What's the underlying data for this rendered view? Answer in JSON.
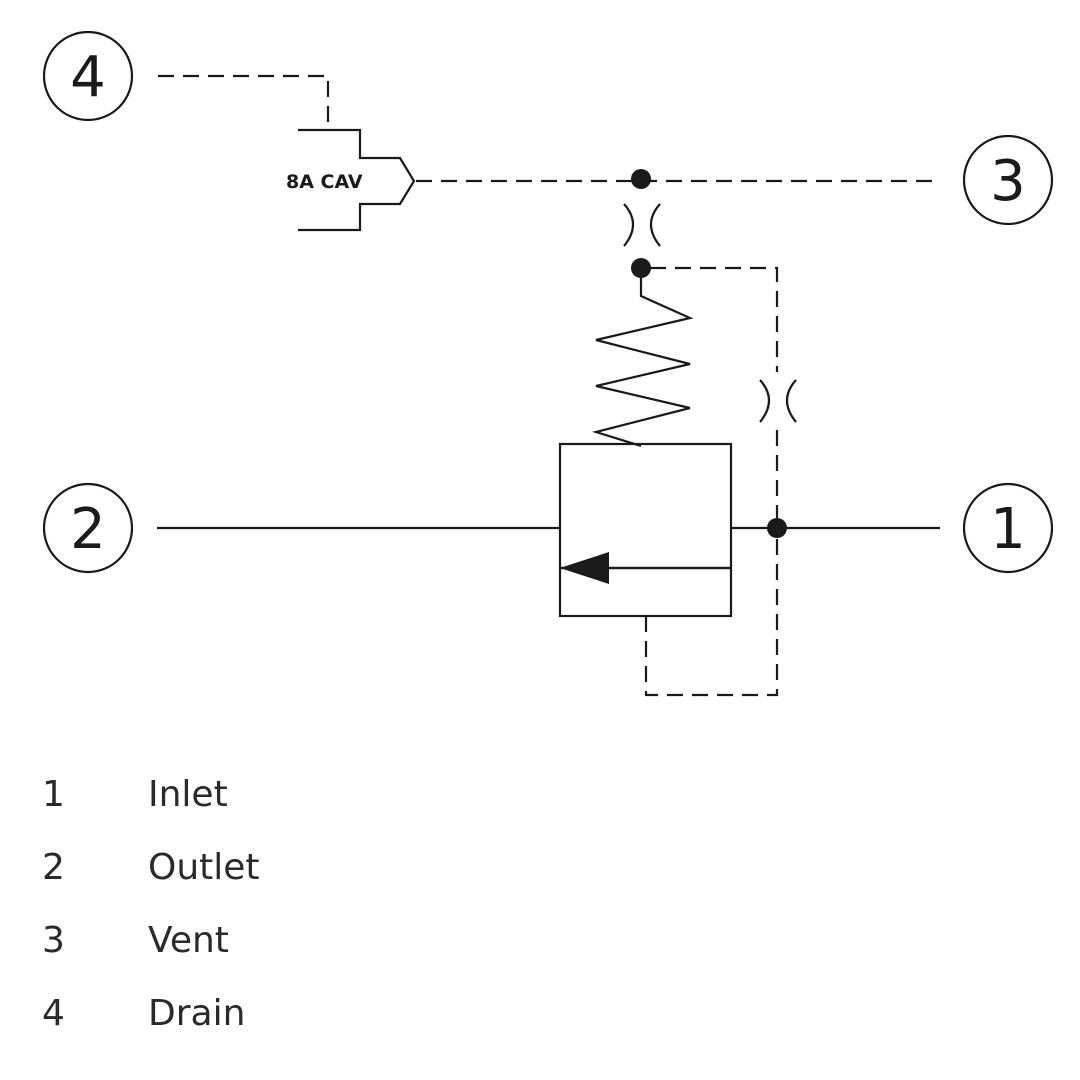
{
  "diagram": {
    "ports": [
      {
        "number": "1"
      },
      {
        "number": "2"
      },
      {
        "number": "3"
      },
      {
        "number": "4"
      }
    ],
    "cartridge_label": "8A CAV"
  },
  "legend": [
    {
      "number": "1",
      "label": "Inlet"
    },
    {
      "number": "2",
      "label": "Outlet"
    },
    {
      "number": "3",
      "label": "Vent"
    },
    {
      "number": "4",
      "label": "Drain"
    }
  ]
}
